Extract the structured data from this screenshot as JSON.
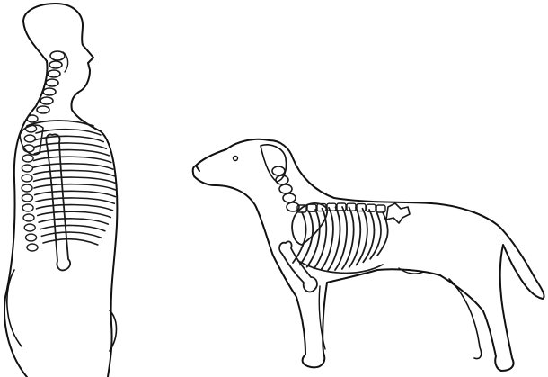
{
  "figures": [
    {
      "id": "human",
      "subject": "human-upper-body-skeleton-side-view"
    },
    {
      "id": "dog",
      "subject": "dog-skeleton-side-view"
    }
  ],
  "colors": {
    "background": "#ffffff",
    "outline": "#111111",
    "bone": "#1a1a1a",
    "bone_fill": "#ffffff"
  }
}
